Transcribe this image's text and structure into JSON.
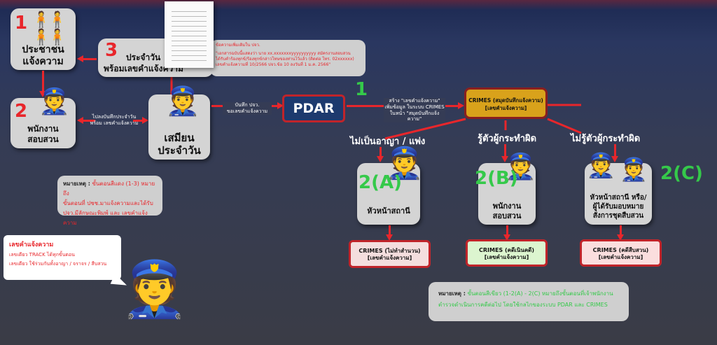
{
  "citizen": {
    "step": "1",
    "label1": "ประชาชน",
    "label2": "แจ้งความ"
  },
  "investigator": {
    "step": "2",
    "label1": "พนักงาน",
    "label2": "สอบสวน"
  },
  "clerk": {
    "label1": "เสมียน",
    "label2": "ประจำวัน"
  },
  "daily_log": {
    "step": "3",
    "label1": "ประจำวัน",
    "label2": "พร้อมเลขคำแจ้งความ"
  },
  "daily_note": {
    "title": "ข้อความเพิ่มเติมใน ปจว.",
    "body1": "\"เอกสารฉบับนี้แสดงว่า นาย xx.xxxxxxxyyyyyyyyyy สมัครงานสอบสวน",
    "body2": "ได้รับคำร้องทุกข์/ร้องทุกข์กล่าวโทษของท่านไว้แล้ว (ติดต่อ โทร. 02xxxxxx)",
    "body3": "เลขคำแจ้งความที่ 10/2566 ปจว.ข้อ 10 ลงวันที่ 1 ม.ค. 2566\""
  },
  "edge_clerk_to_inv": {
    "line1": "ไปลงบันทึกประจำวัน",
    "line2": "พร้อม เลขคำแจ้งความ"
  },
  "edge_clerk_to_pdar": {
    "line1": "บันทึก ปจว.",
    "line2": "ขอเลขคำแจ้งความ"
  },
  "pdar": {
    "label": "PDAR",
    "step": "1"
  },
  "edge_pdar_to_crimes": {
    "line1": "สร้าง \"เลขคำแจ้งความ\"",
    "line2": "เพิ่มข้อมูล ในระบบ CRIMES",
    "line3": "ในหน้า \"สมุดบันทึกแจ้งความ\""
  },
  "crimes": {
    "line1": "CRIMES (สมุดบันทึกแจ้งความ)",
    "line2": "[เลขคำแจ้งความ]"
  },
  "branches": [
    {
      "condition": "ไม่เป็นอาญา / แพ่ง",
      "step": "2(A)",
      "role1": "หัวหน้าสถานี",
      "role2": "",
      "out1": "CRIMES (ไม่ทำสำนวน)",
      "out2": "[เลขคำแจ้งความ]",
      "fill": "#f4dede"
    },
    {
      "condition": "รู้ตัวผู้กระทำผิด",
      "step": "2(B)",
      "role1": "พนักงาน",
      "role2": "สอบสวน",
      "out1": "CRIMES (คดีเนินคดี)",
      "out2": "[เลขคำแจ้งความ]",
      "fill": "#dcf5cf"
    },
    {
      "condition": "ไม่รู้ตัวผู้กระทำผิด",
      "step": "2(C)",
      "role1": "หัวหน้าสถานี หรือ/",
      "role2": "ผู้ได้รับมอบหมาย",
      "role3": "สั่งการชุดสืบสวน",
      "out1": "CRIMES (คดีสืบสวน)",
      "out2": "[เลขคำแจ้งความ]",
      "fill": "#fbdede"
    }
  ],
  "note_red": {
    "prefix": "หมายเหตุ :",
    "l1": "ขั้นตอนสีแดง (1-3) หมายถึง",
    "l2": "ขั้นตอนที่ ปชช.มาแจ้งความและได้รับ",
    "l3": "ปจว.มีลักษณะพิมพ์ และ เลขคำแจ้งความ"
  },
  "callout": {
    "title": "เลขคำแจ้งความ",
    "l1": "เลขเดียว TRACK ได้ทุกขั้นตอน",
    "l2": "เลขเดียว ใช้ร่วมกันทั้งอาญา / จราจร / สืบสวน"
  },
  "note_green": {
    "prefix": "หมายเหตุ :",
    "l1": "ขั้นตอนสีเขียว (1-2(A) - 2(C) หมายถึงขั้นตอนที่เจ้าพนักงาน",
    "l2": "ตำรวจดำเนินการคดีต่อไป โดยใช้กลไกของระบบ PDAR และ CRIMES"
  },
  "colors": {
    "red": "#e8262b",
    "green": "#35c94a",
    "gold": "#d9a21b",
    "pdar": "#1d3a6e"
  }
}
